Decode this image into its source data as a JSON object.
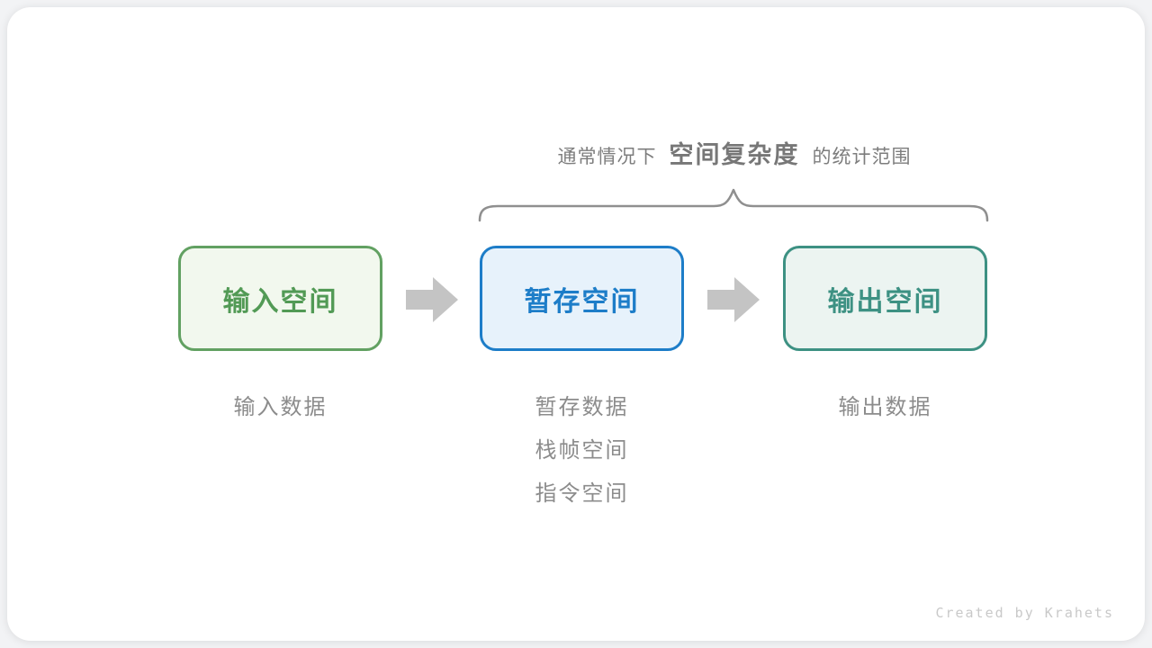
{
  "colors": {
    "canvas_bg": "#f2f3f5",
    "card_bg": "#ffffff",
    "arrow": "#c4c4c4",
    "brace": "#8f8f8f",
    "annotation_text": "#7d7d7d",
    "label_text": "#8c8c8c",
    "credit_text": "#c9c9c9"
  },
  "annotation": {
    "prefix": "通常情况下",
    "highlight": "空间复杂度",
    "suffix": "的统计范围"
  },
  "boxes": [
    {
      "id": "input-space",
      "label": "输入空间",
      "border": "#62a162",
      "fill": "#f2f8ee",
      "text": "#529a55"
    },
    {
      "id": "temp-space",
      "label": "暂存空间",
      "border": "#1d7dc8",
      "fill": "#e7f2fb",
      "text": "#1d7dc8"
    },
    {
      "id": "output-space",
      "label": "输出空间",
      "border": "#3d9183",
      "fill": "#ecf4f1",
      "text": "#3d9183"
    }
  ],
  "labels": {
    "input": [
      "输入数据"
    ],
    "temp": [
      "暂存数据",
      "栈帧空间",
      "指令空间"
    ],
    "output": [
      "输出数据"
    ]
  },
  "credit": "Created by Krahets"
}
